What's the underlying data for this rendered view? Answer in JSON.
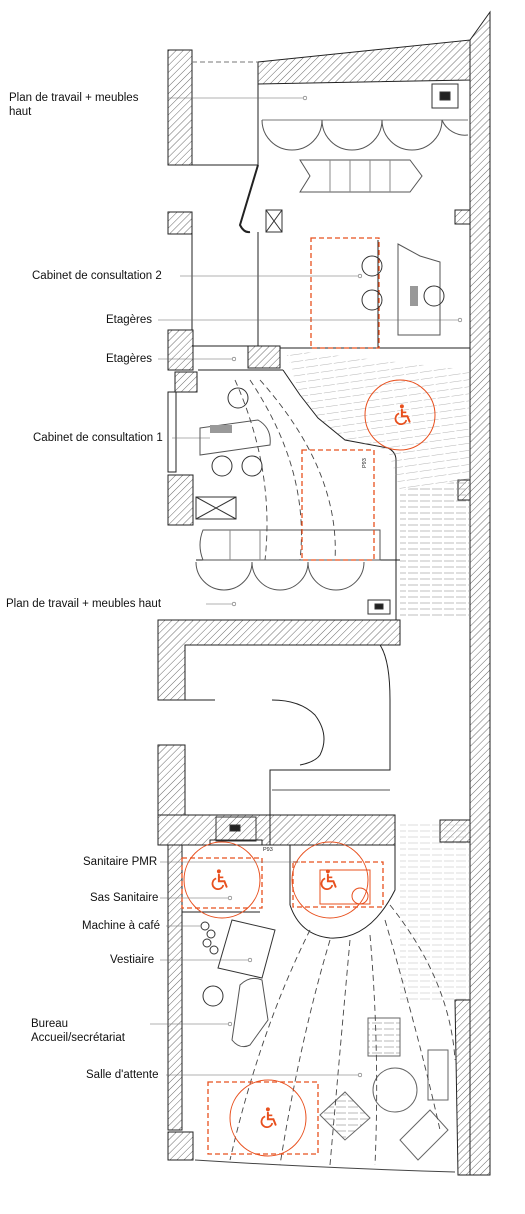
{
  "labels": {
    "plan_travail_top": "Plan de travail + meubles haut",
    "cabinet_2": "Cabinet de consultation 2",
    "etageres_1": "Etagères",
    "etageres_2": "Etagères",
    "cabinet_1": "Cabinet de consultation 1",
    "plan_travail_mid": "Plan de travail + meubles haut",
    "sanitaire_pmr": "Sanitaire PMR",
    "sas_sanitaire": "Sas Sanitaire",
    "machine_cafe": "Machine à café",
    "vestiaire": "Vestiaire",
    "bureau": "Bureau Accueil/secrétariat",
    "salle_attente": "Salle d'attente"
  },
  "door_tags": {
    "p93_top": "P93",
    "p93_bottom": "P93"
  },
  "colors": {
    "accessibility": "#e8501e",
    "wall_line": "#222222",
    "hatch": "#444444"
  }
}
